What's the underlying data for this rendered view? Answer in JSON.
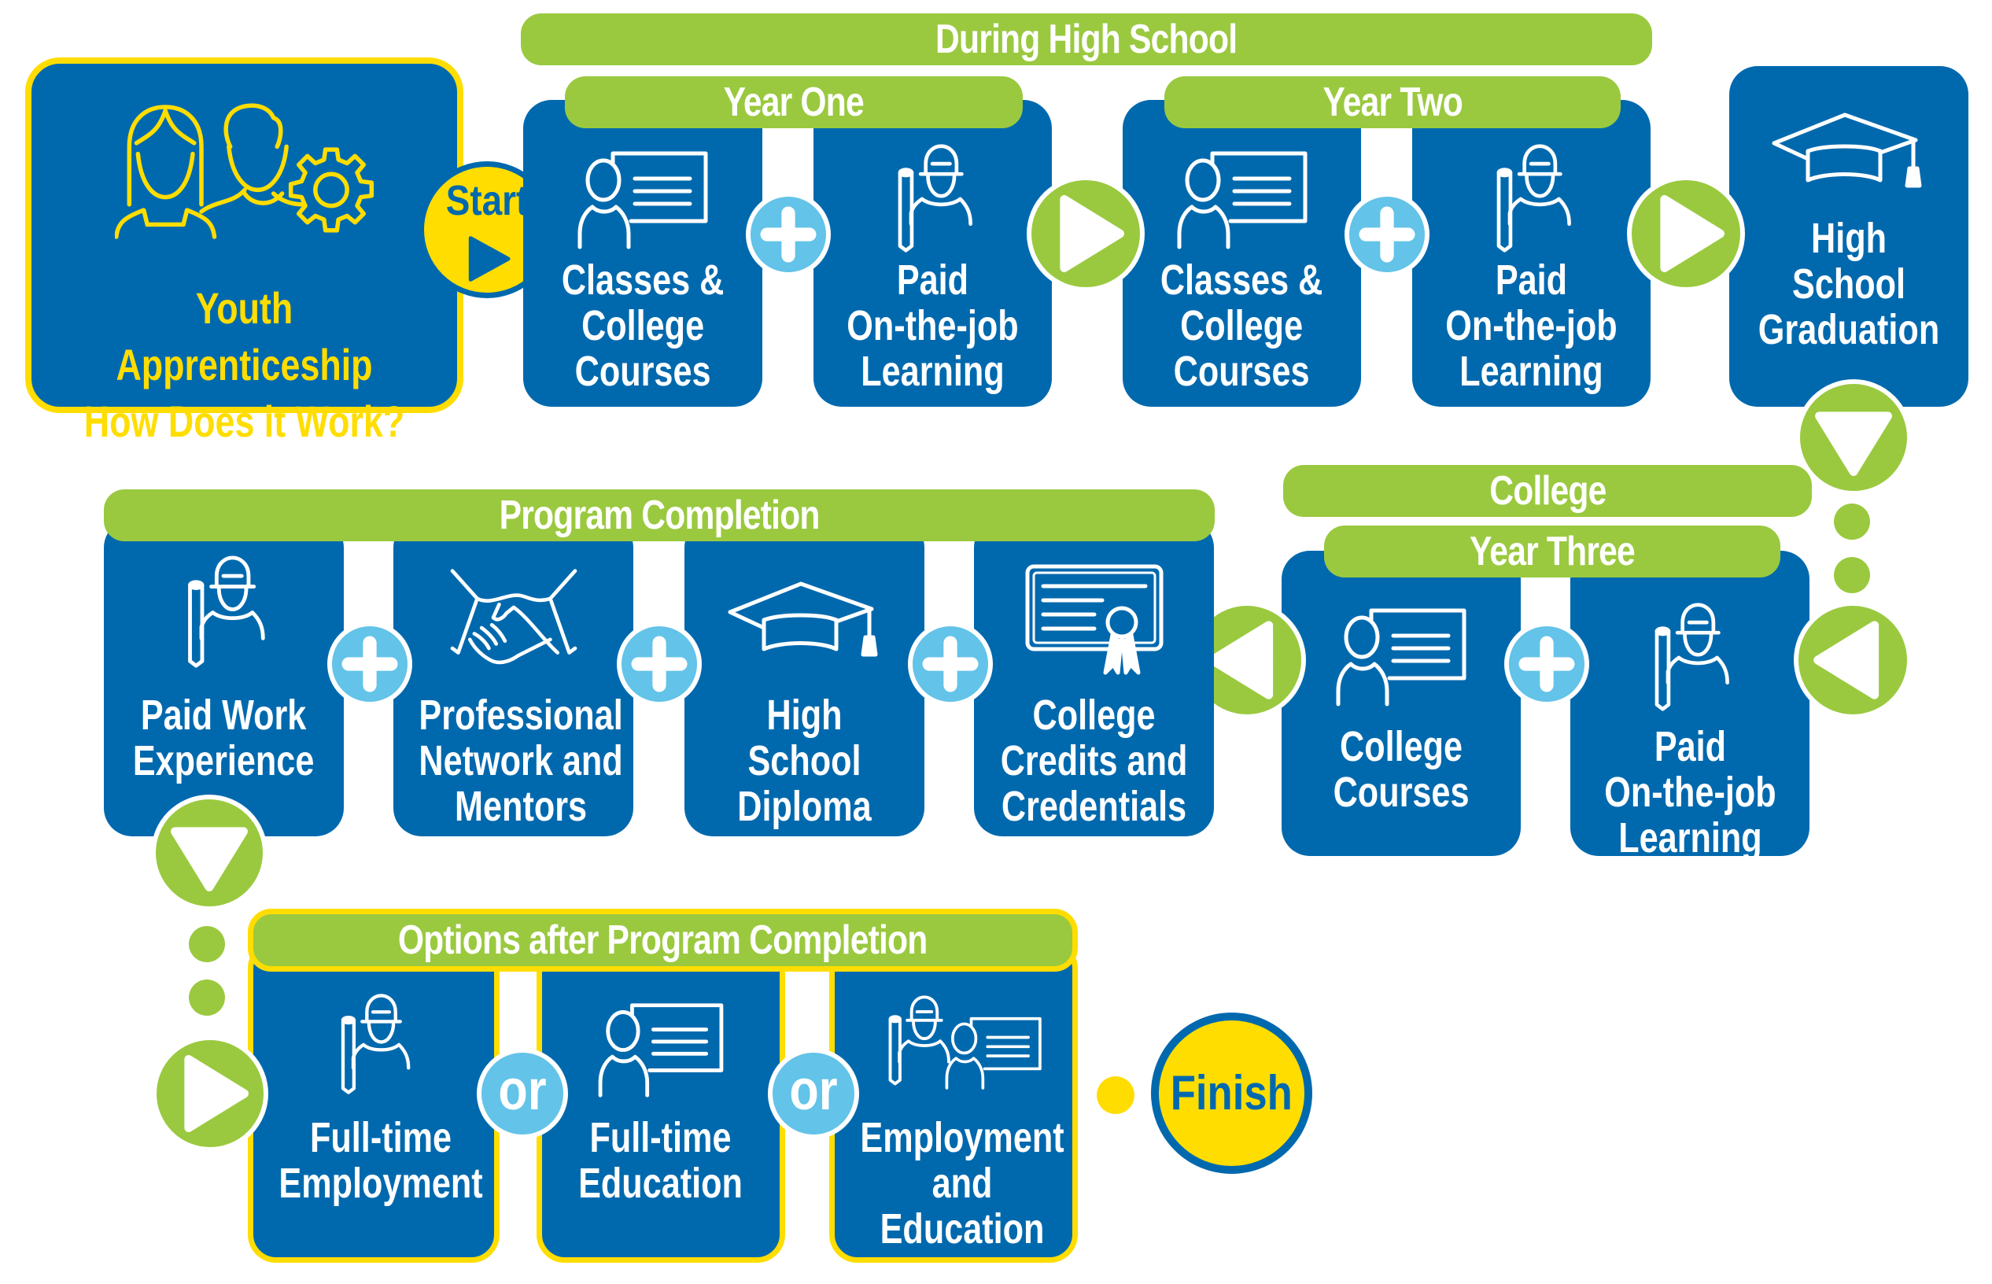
{
  "title": {
    "line1": "Youth Apprenticeship",
    "line2": "How Does it Work?",
    "icon": "people-gear-icon"
  },
  "start": {
    "label": "Start",
    "icon": "play-icon"
  },
  "finish": {
    "label": "Finish"
  },
  "colors": {
    "blue": "#0069AE",
    "green": "#9AC93F",
    "light_blue": "#63C3E8",
    "yellow": "#FFDD00",
    "white": "#FFFFFF"
  },
  "sections": {
    "during_high_school": {
      "label": "During High School",
      "year_one": {
        "label": "Year One",
        "steps": [
          {
            "label": "Classes &\nCollege\nCourses",
            "icon": "teacher-board-icon"
          },
          {
            "label": "Paid\nOn-the-job\nLearning",
            "icon": "worker-hardhat-icon"
          }
        ]
      },
      "year_two": {
        "label": "Year Two",
        "steps": [
          {
            "label": "Classes &\nCollege\nCourses",
            "icon": "teacher-board-icon"
          },
          {
            "label": "Paid\nOn-the-job\nLearning",
            "icon": "worker-hardhat-icon"
          }
        ]
      }
    },
    "graduation": {
      "label": "High\nSchool\nGraduation",
      "icon": "graduation-cap-icon"
    },
    "college": {
      "label": "College",
      "year_three": {
        "label": "Year Three",
        "steps": [
          {
            "label": "College\nCourses",
            "icon": "teacher-board-icon"
          },
          {
            "label": "Paid\nOn-the-job\nLearning",
            "icon": "worker-hardhat-icon"
          }
        ]
      }
    },
    "program_completion": {
      "label": "Program Completion",
      "items": [
        {
          "label": "Paid Work\nExperience",
          "icon": "worker-hardhat-icon"
        },
        {
          "label": "Professional\nNetwork and\nMentors",
          "icon": "handshake-icon"
        },
        {
          "label": "High School\nDiploma",
          "icon": "graduation-cap-icon"
        },
        {
          "label": "College\nCredits and\nCredentials",
          "icon": "certificate-icon"
        }
      ]
    },
    "options": {
      "label": "Options after Program Completion",
      "items": [
        {
          "label": "Full-time\nEmployment",
          "icon": "worker-hardhat-icon"
        },
        {
          "label": "Full-time\nEducation",
          "icon": "teacher-board-icon"
        },
        {
          "label": "Employment\nand\nEducation",
          "icon": "worker-and-teacher-icon"
        }
      ]
    }
  },
  "connectors": {
    "plus": "+",
    "or": "or",
    "arrow_right": "arrow-right-icon",
    "arrow_left": "arrow-left-icon",
    "arrow_down": "arrow-down-icon"
  }
}
